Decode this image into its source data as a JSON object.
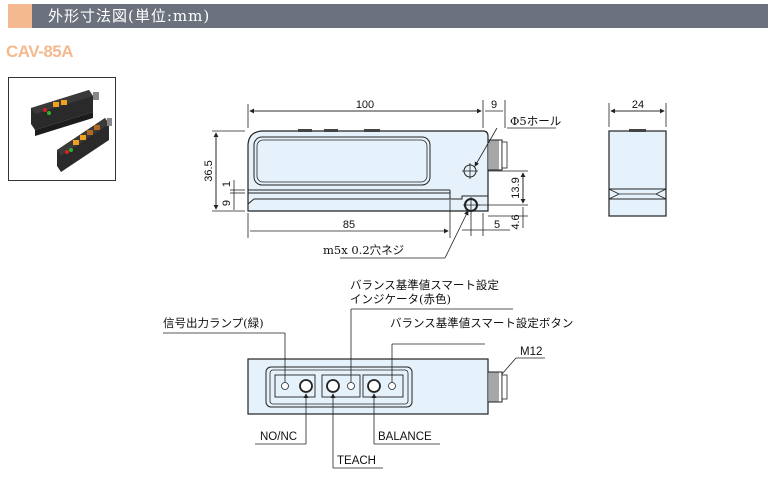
{
  "header": {
    "title": "外形寸法図(単位:mm)",
    "accent_color": "#f4b98f",
    "bar_color": "#6b717d"
  },
  "product": {
    "model": "CAV-85A",
    "photo": "product-photo-two-sensors"
  },
  "front_view": {
    "dims": {
      "length_total": "100",
      "connector_offset": "9",
      "height_total": "36.5",
      "gap": "1",
      "base_height": "9",
      "base_length": "85",
      "hole_height": "13.9",
      "hole_offset_x": "5",
      "hole_offset_y": "4.6"
    },
    "callouts": {
      "hole": "Φ5ホール",
      "screw": "m5x 0.2穴ネジ"
    }
  },
  "side_view": {
    "dims": {
      "width": "24"
    }
  },
  "top_view": {
    "callouts": {
      "signal_lamp": "信号出力ランプ(緑)",
      "balance_indicator_line1": "バランス基準値スマート設定",
      "balance_indicator_line2": "インジケータ(赤色)",
      "balance_button": "バランス基準値スマート設定ボタン",
      "connector": "M12",
      "no_nc": "NO/NC",
      "teach": "TEACH",
      "balance": "BALANCE"
    }
  },
  "colors": {
    "body_fill": "#e6f2fb",
    "line": "#222222"
  }
}
